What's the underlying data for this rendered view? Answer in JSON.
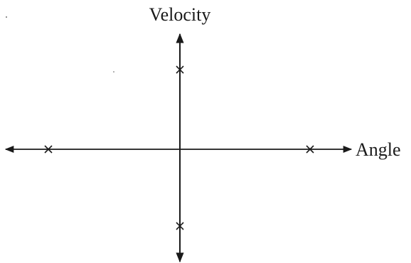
{
  "diagram": {
    "labels": {
      "vertical_axis": "Velocity",
      "horizontal_axis": "Angle"
    },
    "markers": [
      {
        "name": "marker-left",
        "symbol": "×"
      },
      {
        "name": "marker-right",
        "symbol": "×"
      },
      {
        "name": "marker-top",
        "symbol": "×"
      },
      {
        "name": "marker-bottom",
        "symbol": "×"
      }
    ],
    "colors": {
      "ink": "#1a1a1a",
      "background": "#ffffff"
    }
  }
}
